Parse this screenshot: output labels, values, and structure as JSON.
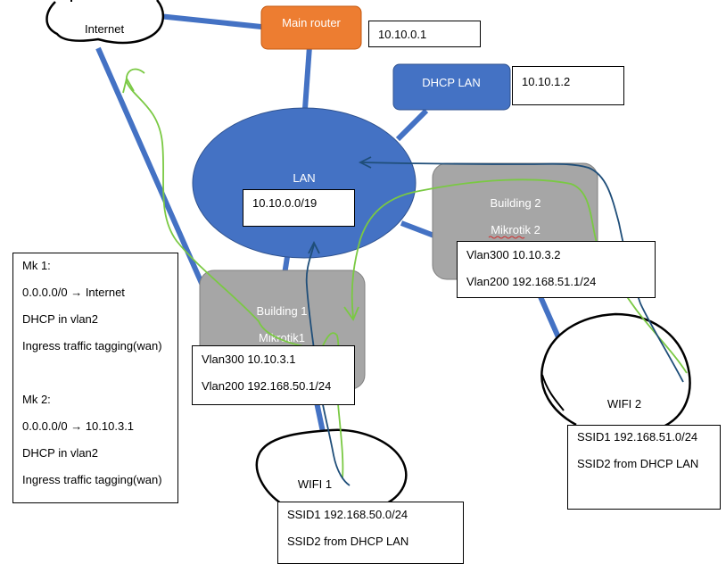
{
  "nodes": {
    "internet": "Internet",
    "main_router": "Main router",
    "main_router_ip": "10.10.0.1",
    "dhcp_lan": "DHCP LAN",
    "dhcp_lan_ip": "10.10.1.2",
    "lan": "LAN",
    "lan_subnet": "10.10.0.0/19",
    "building1": "Building 1",
    "mikrotik1": "Mikrotik1",
    "building2": "Building 2",
    "mikrotik2": "Mikrotik 2",
    "wifi1": "WIFI 1",
    "wifi2": "WIFI 2"
  },
  "mk1_box": {
    "vlan300": "Vlan300 10.10.3.1",
    "vlan200": "Vlan200 192.168.50.1/24"
  },
  "mk2_box": {
    "vlan300": "Vlan300 10.10.3.2",
    "vlan200": "Vlan200 192.168.51.1/24"
  },
  "wifi1_box": {
    "ssid1": "SSID1 192.168.50.0/24",
    "ssid2": "SSID2 from DHCP LAN"
  },
  "wifi2_box": {
    "ssid1": "SSID1 192.168.51.0/24",
    "ssid2": "SSID2 from DHCP LAN"
  },
  "notes": {
    "mk1_title": "Mk 1:",
    "mk1_route": "0.0.0.0/0 → Internet",
    "mk1_dhcp": "DHCP in vlan2",
    "mk1_tagging": "Ingress traffic tagging(wan)",
    "mk2_title": "Mk 2:",
    "mk2_route": "0.0.0.0/0 → 10.10.3.1",
    "mk2_dhcp": "DHCP in vlan2",
    "mk2_tagging": "Ingress traffic tagging(wan)"
  },
  "colors": {
    "link_blue": "#4472c4",
    "router_orange": "#ed7d31",
    "node_blue": "#4472c4",
    "building_gray": "#a6a6a6",
    "path_green": "#7ac943",
    "path_navy": "#1f4e79"
  }
}
